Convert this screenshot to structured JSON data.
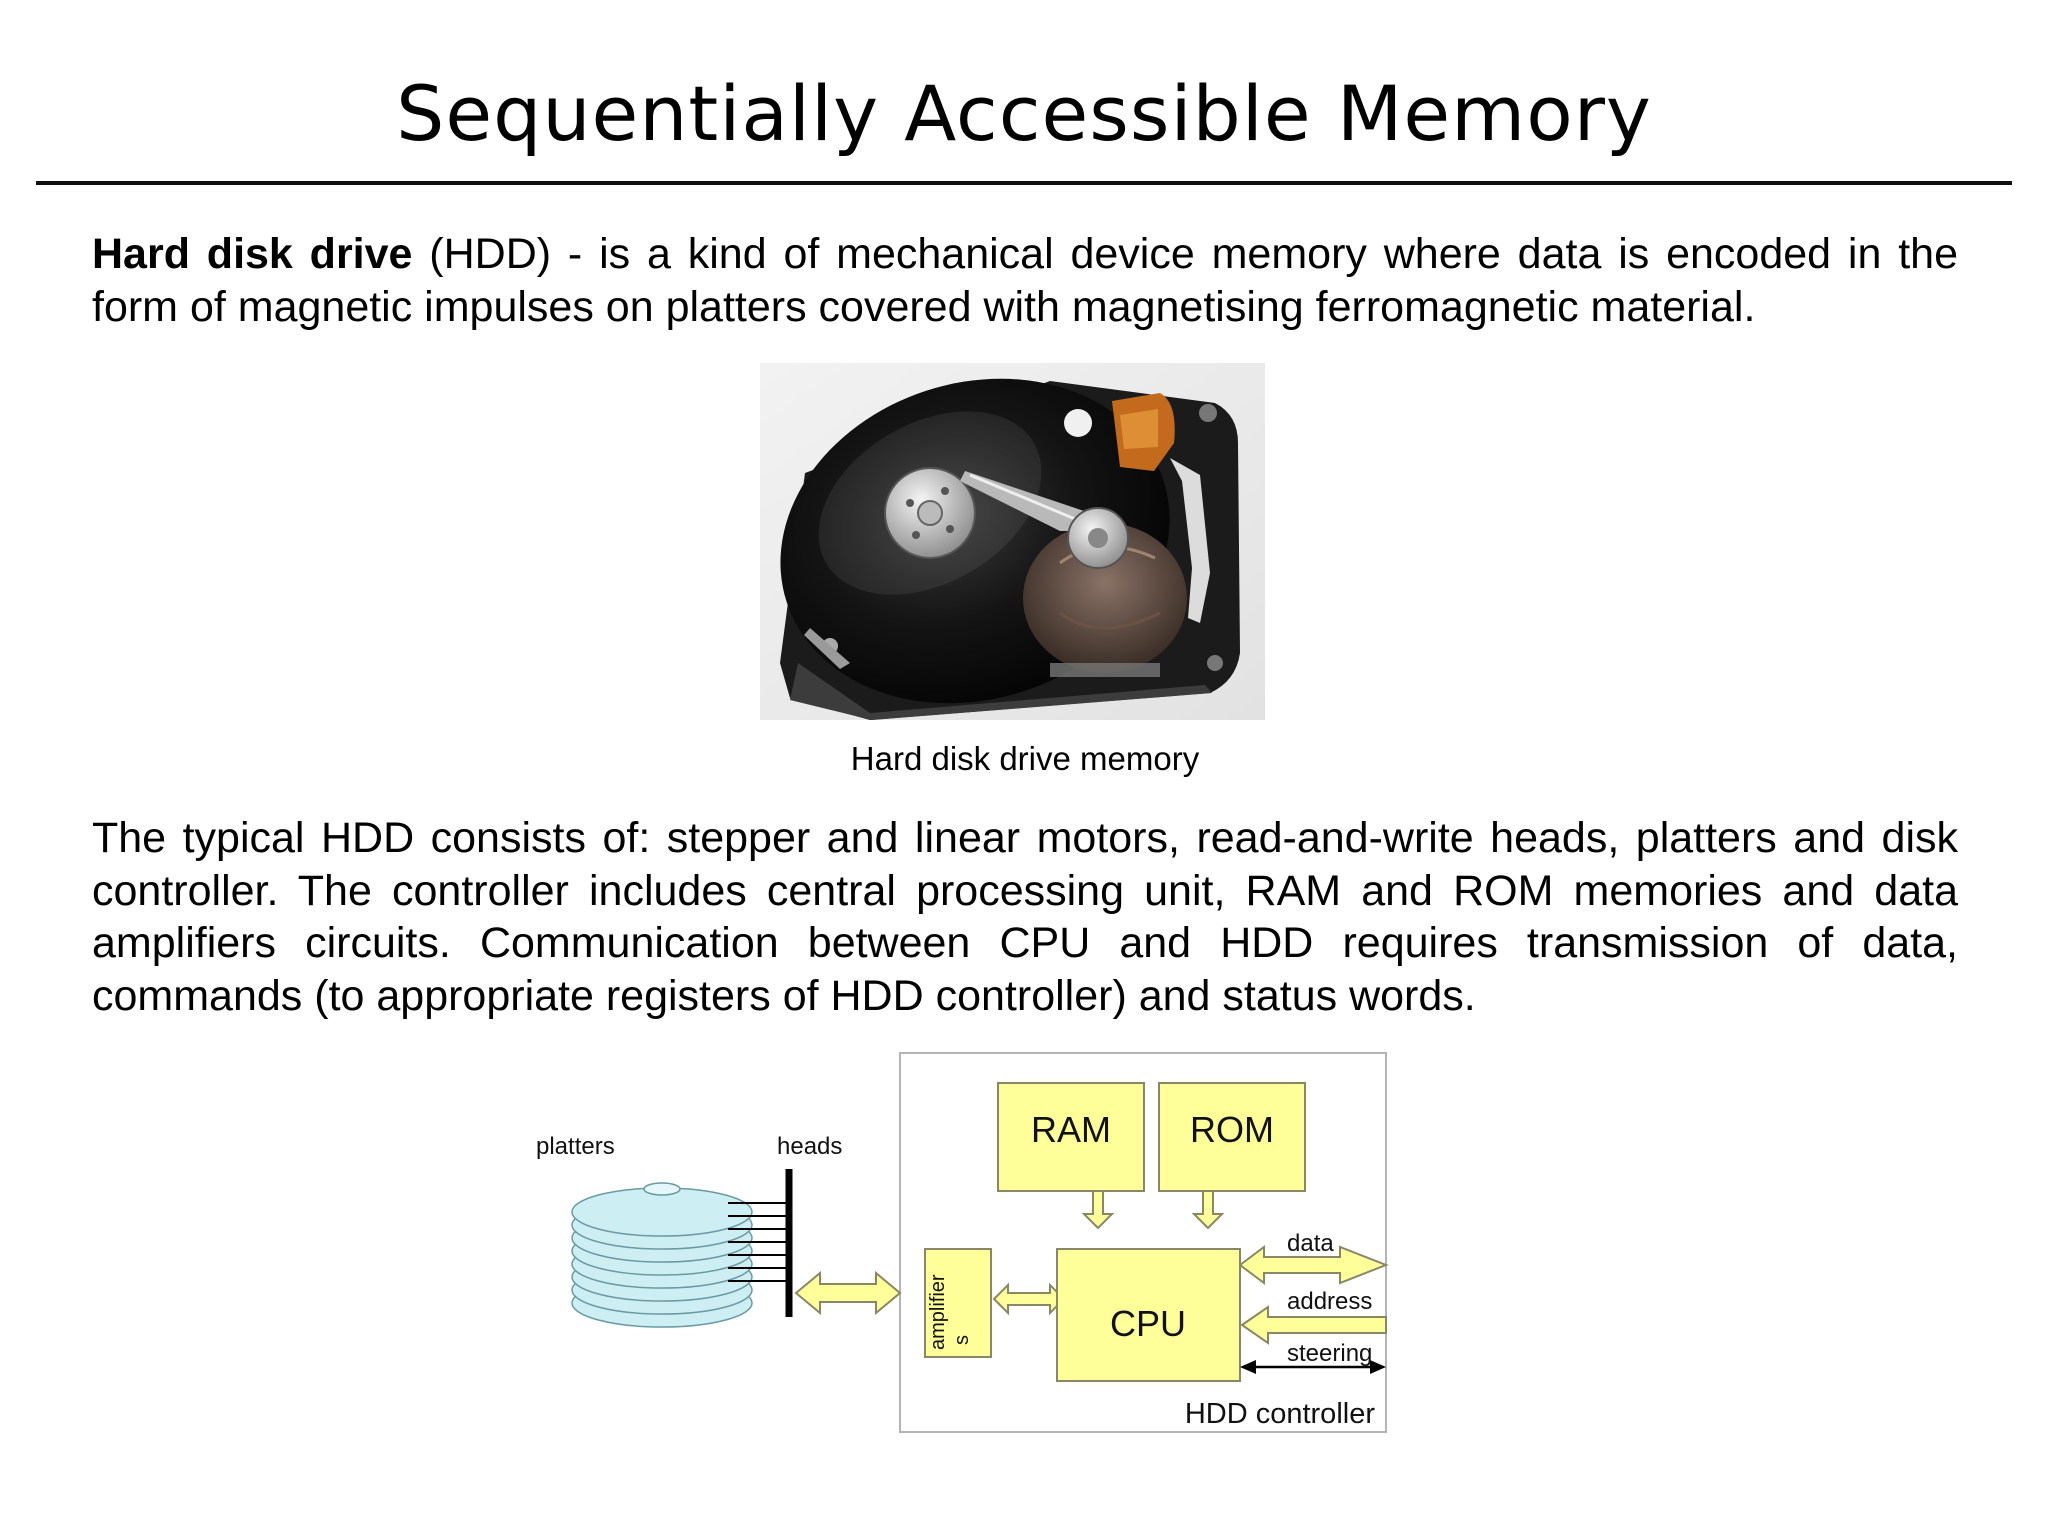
{
  "slide": {
    "title": "Sequentially Accessible Memory",
    "p1": {
      "term": "Hard disk drive",
      "rest": " (HDD) - is a kind of mechanical device memory where data is encoded in the form of magnetic impulses on platters covered with magnetising ferromagnetic material."
    },
    "photo_caption": "Hard disk drive memory",
    "p2": "The typical HDD consists of: stepper and linear motors, read-and-write heads, platters and disk controller. The controller includes central processing unit, RAM and ROM memories and data amplifiers circuits. Communication between CPU and HDD requires transmission of data, commands (to appropriate registers of HDD controller) and status words."
  },
  "diagram": {
    "platters": "platters",
    "heads": "heads",
    "ram": "RAM",
    "rom": "ROM",
    "cpu": "CPU",
    "amplifiers_line1": "amplifier",
    "amplifiers_line2": "s",
    "data": "data",
    "address": "address",
    "steering": "steering",
    "controller": "HDD controller"
  },
  "colors": {
    "box_fill": "#ffff99",
    "box_stroke": "#888866",
    "platter_fill": "#cdeef2",
    "platter_stroke": "#6a9aa4"
  }
}
